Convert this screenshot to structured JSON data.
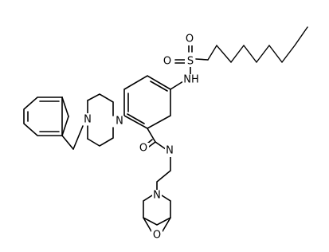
{
  "molecule": {
    "atoms": {
      "sulfonyl_o1": "O",
      "sulfonyl_o2": "O",
      "sulfur": "S",
      "sulfonamide_nh": "NH",
      "piperazine_n1": "N",
      "piperazine_n4": "N",
      "amide_o": "O",
      "amide_n": "N",
      "morpholine_n": "N",
      "morpholine_o": "O"
    }
  }
}
